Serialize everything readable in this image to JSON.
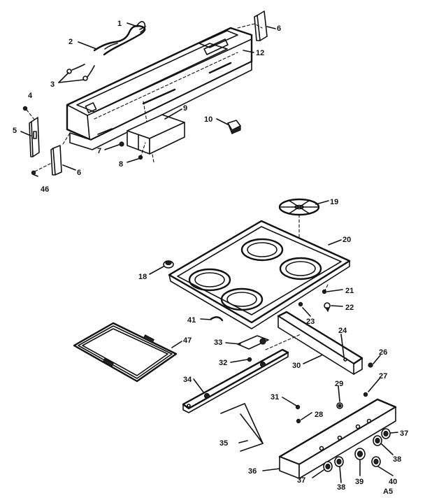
{
  "diagram": {
    "part_labels": [
      "1",
      "2",
      "3",
      "4",
      "5",
      "6",
      "6",
      "7",
      "8",
      "9",
      "10",
      "12",
      "46",
      "18",
      "19",
      "20",
      "21",
      "22",
      "23",
      "24",
      "26",
      "27",
      "28",
      "29",
      "30",
      "31",
      "32",
      "33",
      "34",
      "35",
      "36",
      "37",
      "37",
      "38",
      "38",
      "39",
      "40",
      "41",
      "47"
    ],
    "page_code": "A5"
  }
}
